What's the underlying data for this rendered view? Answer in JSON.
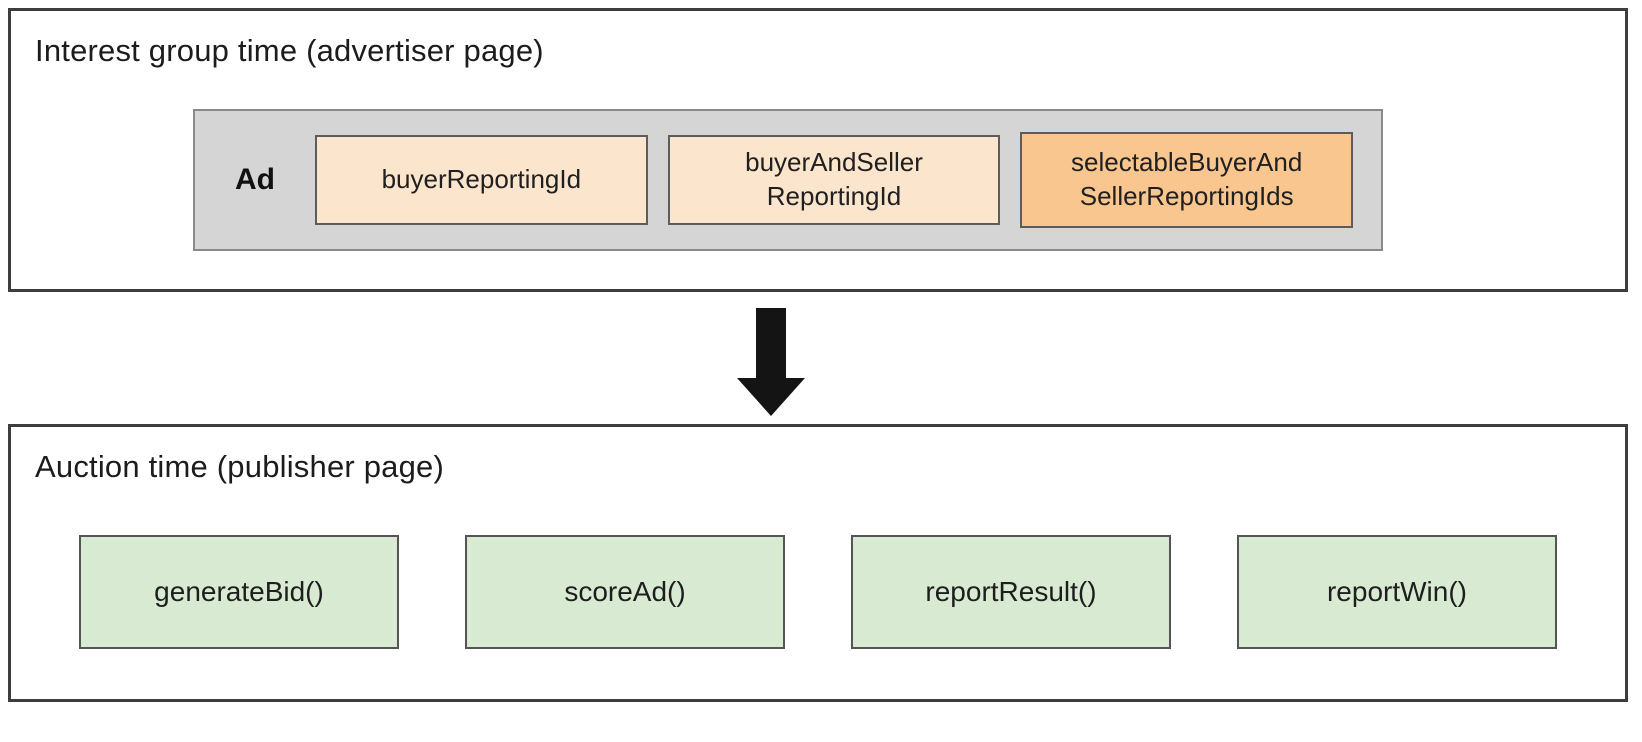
{
  "top_panel": {
    "title": "Interest group time (advertiser page)",
    "ad_label": "Ad",
    "boxes": [
      {
        "label": "buyerReportingId",
        "color": "#fce5cd"
      },
      {
        "label": "buyerAndSeller\nReportingId",
        "color": "#fce5cd"
      },
      {
        "label": "selectableBuyerAnd\nSellerReportingIds",
        "color": "#f8c68e"
      }
    ]
  },
  "arrow": {
    "direction": "down",
    "color": "#141414"
  },
  "bottom_panel": {
    "title": "Auction time (publisher page)",
    "functions": [
      {
        "label": "generateBid()"
      },
      {
        "label": "scoreAd()"
      },
      {
        "label": "reportResult()"
      },
      {
        "label": "reportWin()"
      }
    ]
  },
  "colors": {
    "panel_border": "#3d3d3d",
    "ad_container_fill": "#d5d5d5",
    "peach": "#fce5cd",
    "orange": "#f8c68e",
    "green": "#d9ead3",
    "background": "#ffffff"
  }
}
